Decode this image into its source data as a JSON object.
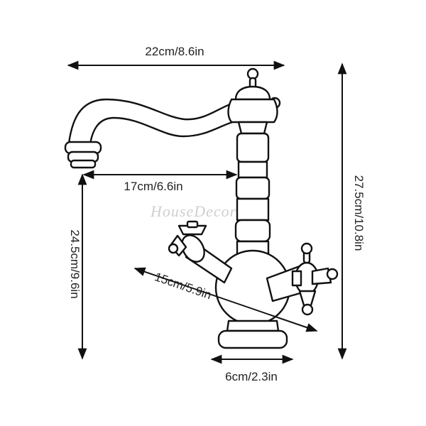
{
  "watermark": "HouseDecor",
  "dimensions": {
    "overall_width": "22cm/8.6in",
    "spout_reach": "17cm/6.6in",
    "total_height": "27.5cm/10.8in",
    "spout_height": "24.5cm/9.6in",
    "handle_span": "15cm/5.9in",
    "base_diameter": "6cm/2.3in"
  },
  "colors": {
    "line": "#111111",
    "background": "#ffffff",
    "watermark": "#cfcfcf"
  }
}
